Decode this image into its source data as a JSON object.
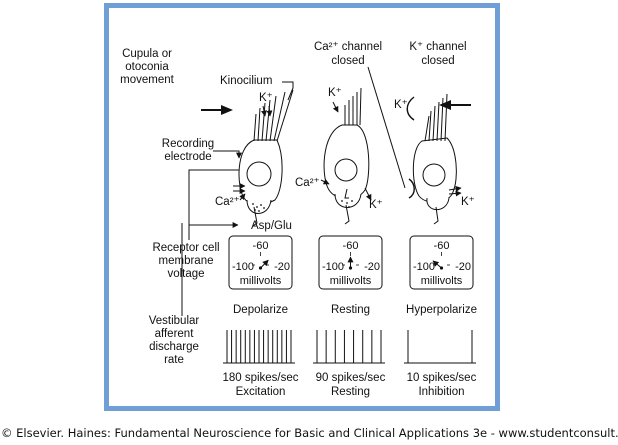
{
  "labels": {
    "cupula_line1": "Cupula or",
    "cupula_line2": "otoconia",
    "cupula_line3": "movement",
    "kinocilium": "Kinocilium",
    "recording_line1": "Recording",
    "recording_line2": "electrode",
    "asp_glu": "Asp/Glu",
    "receptor_line1": "Receptor cell",
    "receptor_line2": "membrane",
    "receptor_line3": "voltage",
    "vestibular_line1": "Vestibular",
    "vestibular_line2": "afferent",
    "vestibular_line3": "discharge",
    "vestibular_line4": "rate",
    "ca_channel_line1": "Ca²⁺ channel",
    "ca_channel_line2": "closed",
    "k_channel_line1": "K⁺ channel",
    "k_channel_line2": "closed",
    "k_ion": "K⁺",
    "ca_ion": "Ca²⁺"
  },
  "panels": [
    {
      "state": "Depolarize",
      "meter": {
        "top": "-60",
        "left": "-100",
        "right": "-20",
        "unit": "millivolts"
      },
      "spikes_label": "180 spikes/sec",
      "effect": "Excitation",
      "spike_count": 15
    },
    {
      "state": "Resting",
      "meter": {
        "top": "-60",
        "left": "-100",
        "right": "-20",
        "unit": "millivolts"
      },
      "spikes_label": "90 spikes/sec",
      "effect": "Resting",
      "spike_count": 8
    },
    {
      "state": "Hyperpolarize",
      "meter": {
        "top": "-60",
        "left": "-100",
        "right": "-20",
        "unit": "millivolts"
      },
      "spikes_label": "10 spikes/sec",
      "effect": "Inhibition",
      "spike_count": 2
    }
  ],
  "copyright": "© Elsevier. Haines: Fundamental Neuroscience for Basic and Clinical Applications 3e - www.studentconsult.com",
  "colors": {
    "frame": "#6f9fd4"
  }
}
